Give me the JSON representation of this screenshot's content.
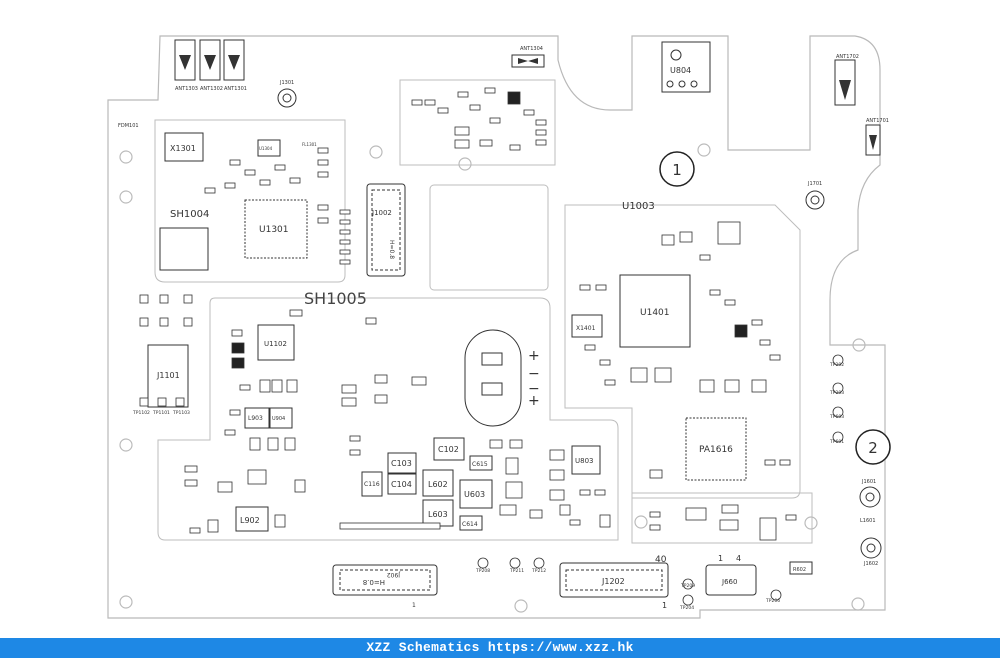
{
  "footer": {
    "text": "XZZ Schematics https://www.xzz.hk"
  },
  "zones": {
    "sh1004": "SH1004",
    "sh1005": "SH1005",
    "u1003": "U1003",
    "zone1": "1",
    "zone2": "2"
  },
  "chips": {
    "x1301": "X1301",
    "u1301": "U1301",
    "j1002": "J1002",
    "j1002_h": "H=0.8",
    "u804": "U804",
    "u1401": "U1401",
    "x1401": "X1401",
    "pa1616": "PA1616",
    "j1101": "J1101",
    "u1102": "U1102",
    "j902": "J902",
    "j902_h": "H=0.8",
    "j1202": "J1202",
    "j660": "J660",
    "l902": "L902",
    "l602": "L602",
    "l603": "L603",
    "c102": "C102",
    "c103": "C103",
    "c104": "C104",
    "c116": "C116",
    "u603": "U603",
    "u803": "U803",
    "c615": "C615",
    "c614": "C614",
    "l903": "L903",
    "u904": "U904"
  },
  "antennas": {
    "ant1303": "ANT1303",
    "ant1302": "ANT1302",
    "ant1301": "ANT1301",
    "ant1304": "ANT1304",
    "ant1702": "ANT1702",
    "ant1701": "ANT1701",
    "j1301": "J1301",
    "j1701": "J1701",
    "j1601": "J1601",
    "j1602": "J1602"
  },
  "connector_pins": {
    "j1202_top": "40",
    "j1202_bottom": "1",
    "j660_left": "1",
    "j660_right": "4",
    "j902_pin": "1"
  },
  "battery_marks": {
    "plus_top": "+",
    "minus_top": "−",
    "minus_bottom": "−",
    "plus_bottom": "+"
  },
  "test_points": [
    "TP1102",
    "TP1101",
    "TP1103",
    "TP208",
    "TP211",
    "TP209",
    "TP204",
    "TP206",
    "TP202",
    "TP203",
    "TP603",
    "TP601",
    "TP212"
  ],
  "misc_labels": {
    "fdm1": "FDM101",
    "u1304": "U1304",
    "fl1301": "FL1301",
    "l1601": "L1601",
    "r602": "R602"
  }
}
